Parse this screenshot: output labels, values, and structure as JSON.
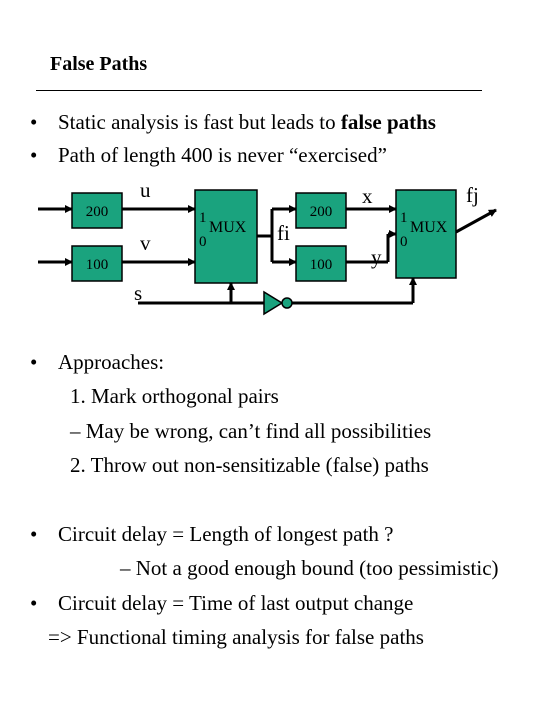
{
  "slide": {
    "title": "False Paths",
    "bullets_top": [
      {
        "marker": "•",
        "text_before": "Static analysis is fast but leads to ",
        "emphasis": "false paths"
      },
      {
        "marker": "•",
        "text": "Path of length 400 is never “exercised”"
      }
    ],
    "approaches": {
      "marker": "•",
      "heading": "Approaches:",
      "items": [
        "1. Mark orthogonal pairs",
        "– May be wrong, can’t find all possibilities",
        "2. Throw out  non-sensitizable (false) paths"
      ]
    },
    "delay": [
      {
        "marker": "•",
        "text": "Circuit delay = Length of longest path ?"
      },
      {
        "marker": "",
        "text": "– Not a good enough bound (too pessimistic)"
      },
      {
        "marker": "•",
        "text": "Circuit delay = Time of last output change"
      },
      {
        "marker": "",
        "text": "=>  Functional timing analysis for false paths"
      }
    ]
  },
  "diagram": {
    "block_color": "#1aa37e",
    "blocks": {
      "b1_delay": "200",
      "b2_delay": "100",
      "b3_delay": "200",
      "b4_delay": "100"
    },
    "mux1": {
      "in1": "1",
      "in0": "0",
      "label": "MUX"
    },
    "mux2": {
      "in1": "1",
      "in0": "0",
      "label": "MUX"
    },
    "signals": {
      "u": "u",
      "v": "v",
      "s": "s",
      "fi": "fi",
      "x": "x",
      "y": "y",
      "fj": "fj"
    }
  }
}
